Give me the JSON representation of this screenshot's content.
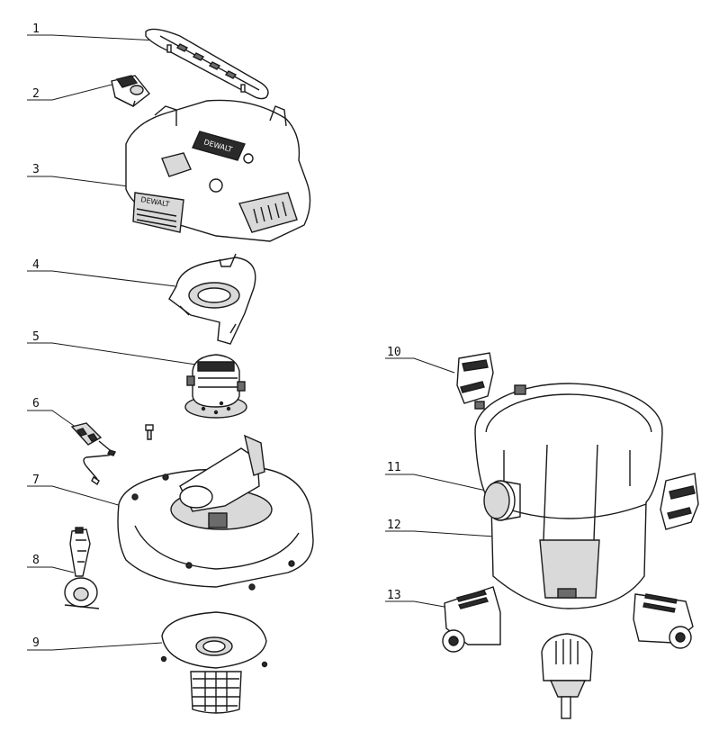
{
  "callouts": [
    {
      "id": "1",
      "label": "1"
    },
    {
      "id": "2",
      "label": "2"
    },
    {
      "id": "3",
      "label": "3"
    },
    {
      "id": "4",
      "label": "4"
    },
    {
      "id": "5",
      "label": "5"
    },
    {
      "id": "6",
      "label": "6"
    },
    {
      "id": "7",
      "label": "7"
    },
    {
      "id": "8",
      "label": "8"
    },
    {
      "id": "9",
      "label": "9"
    },
    {
      "id": "10",
      "label": "10"
    },
    {
      "id": "11",
      "label": "11"
    },
    {
      "id": "12",
      "label": "12"
    },
    {
      "id": "13",
      "label": "13"
    }
  ],
  "brand_marks": {
    "top_logo": "DEWALT",
    "front_logo": "DEWALT"
  }
}
